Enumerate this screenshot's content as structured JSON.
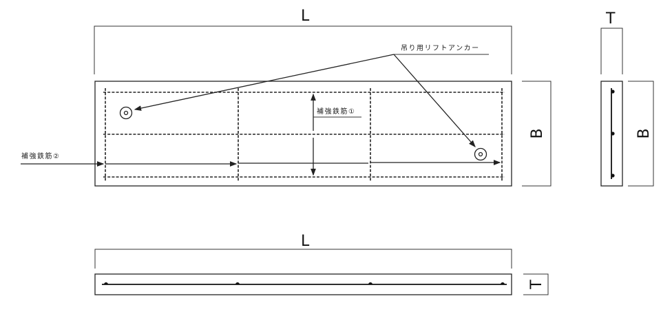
{
  "drawing": {
    "plan_view": {
      "dim_length_label": "L",
      "dim_width_label": "B",
      "lift_anchor_label": "吊り用リフトアンカー",
      "rebar1_label": "補強鉄筋①",
      "rebar2_label": "補強鉄筋②"
    },
    "side_view": {
      "dim_thickness_label": "T",
      "dim_width_label": "B"
    },
    "front_view": {
      "dim_length_label": "L",
      "dim_thickness_label": "T"
    }
  }
}
